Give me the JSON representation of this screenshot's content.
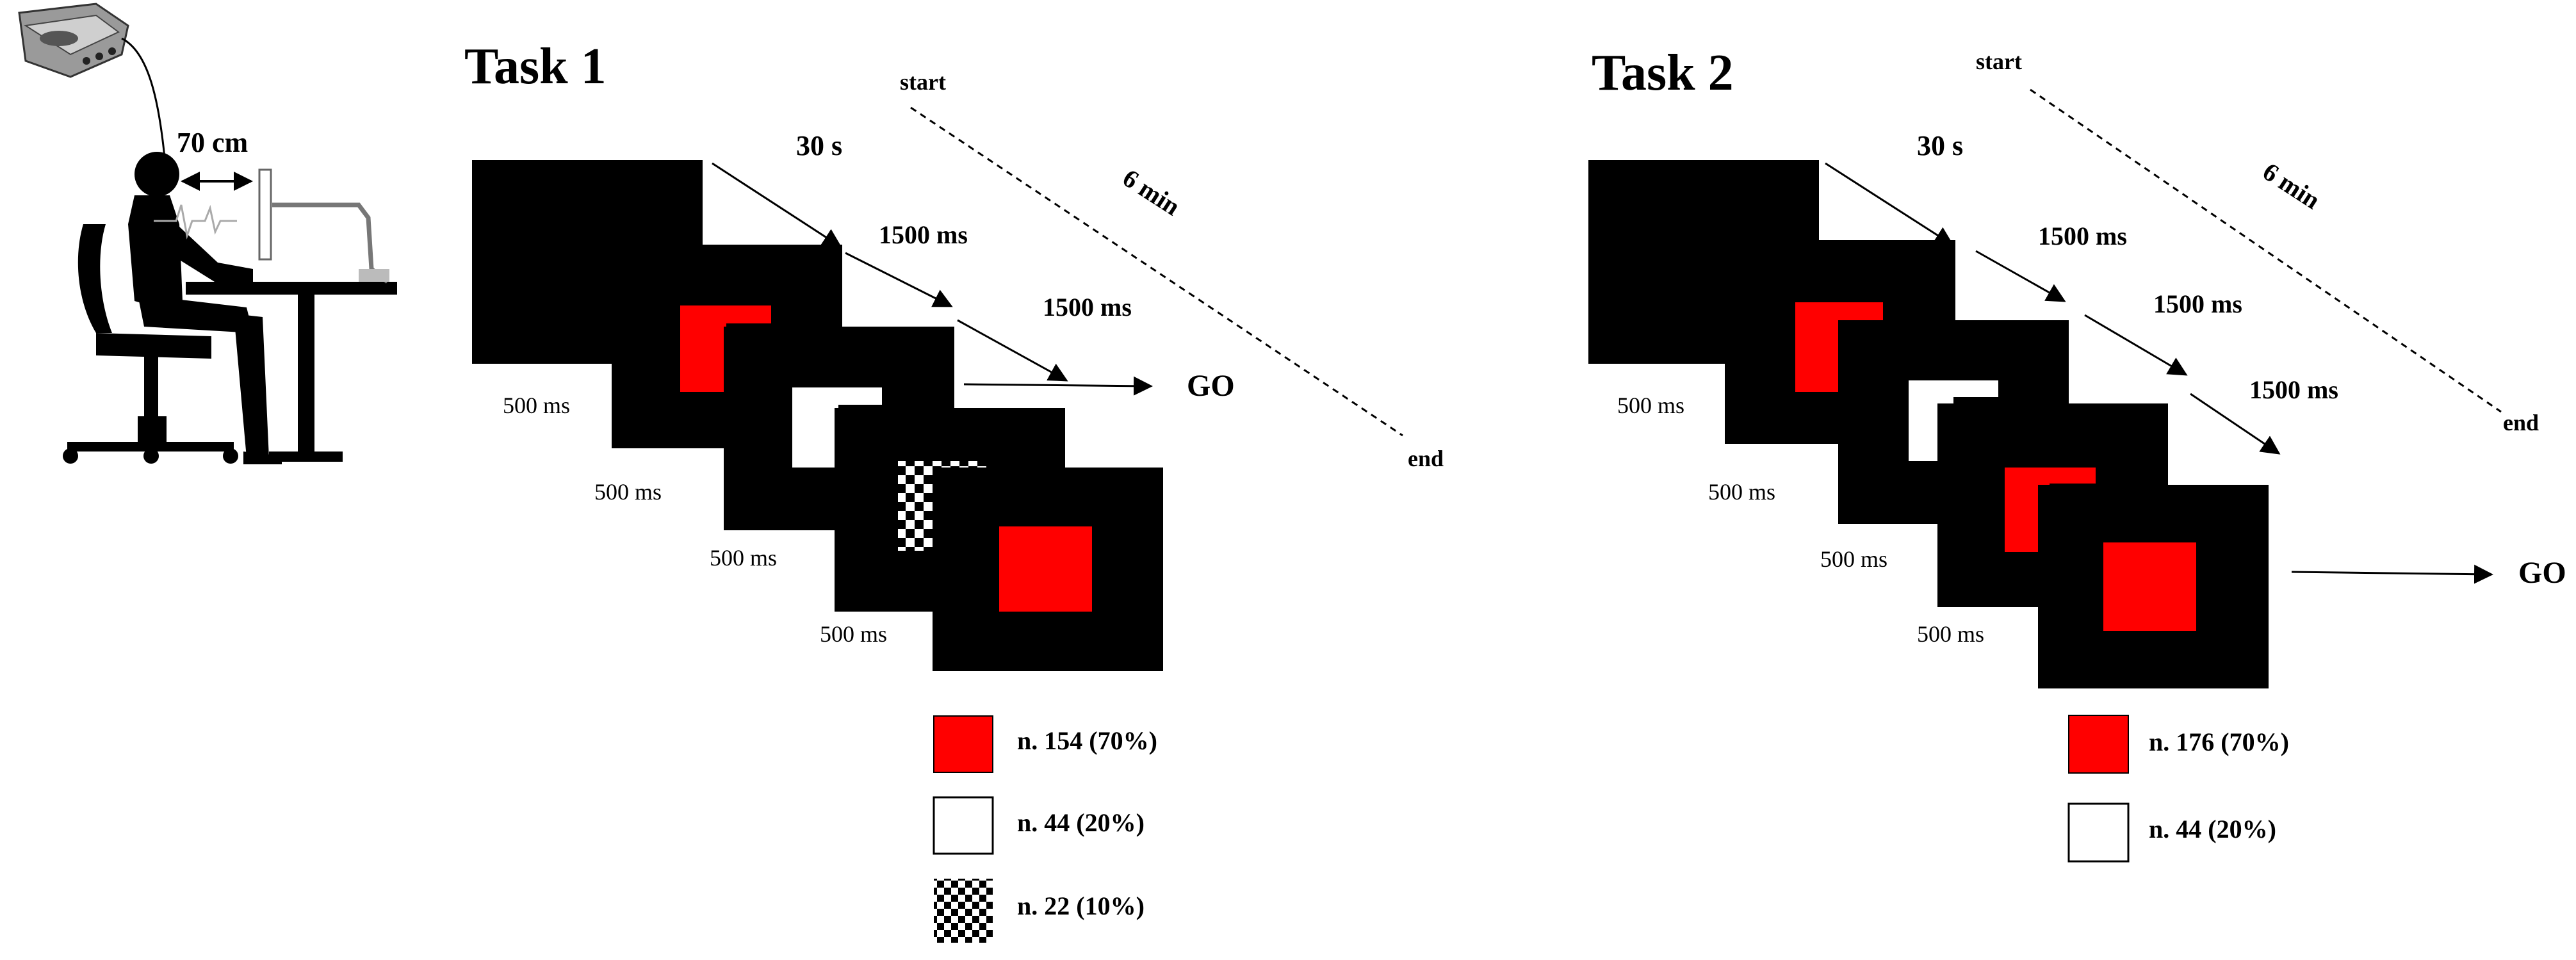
{
  "colors": {
    "stimulus_red": "#ff0000",
    "screen": "#000000",
    "background": "#ffffff"
  },
  "setup": {
    "distance": "70 cm",
    "icons": [
      "eeg-amplifier-icon",
      "seated-participant-icon",
      "monitor-icon"
    ]
  },
  "tasks": [
    {
      "title": "Task 1",
      "start": "start",
      "end": "end",
      "block_duration": "6 min",
      "initial_interval": "30 s",
      "trial_intervals": [
        "1500 ms",
        "1500 ms"
      ],
      "fixation_durations": [
        "500 ms",
        "500 ms",
        "500 ms",
        "500 ms"
      ],
      "response": "GO",
      "trial_types": [
        {
          "stimulus": "red",
          "label": "n. 154 (70%)"
        },
        {
          "stimulus": "white",
          "label": "n. 44 (20%)"
        },
        {
          "stimulus": "checkerboard",
          "label": "n. 22 (10%)"
        }
      ]
    },
    {
      "title": "Task 2",
      "start": "start",
      "end": "end",
      "block_duration": "6 min",
      "initial_interval": "30 s",
      "trial_intervals": [
        "1500 ms",
        "1500 ms",
        "1500 ms"
      ],
      "fixation_durations": [
        "500 ms",
        "500 ms",
        "500 ms",
        "500 ms"
      ],
      "response": "GO",
      "trial_types": [
        {
          "stimulus": "red",
          "label": "n. 176 (70%)"
        },
        {
          "stimulus": "white",
          "label": "n. 44 (20%)"
        }
      ]
    }
  ]
}
